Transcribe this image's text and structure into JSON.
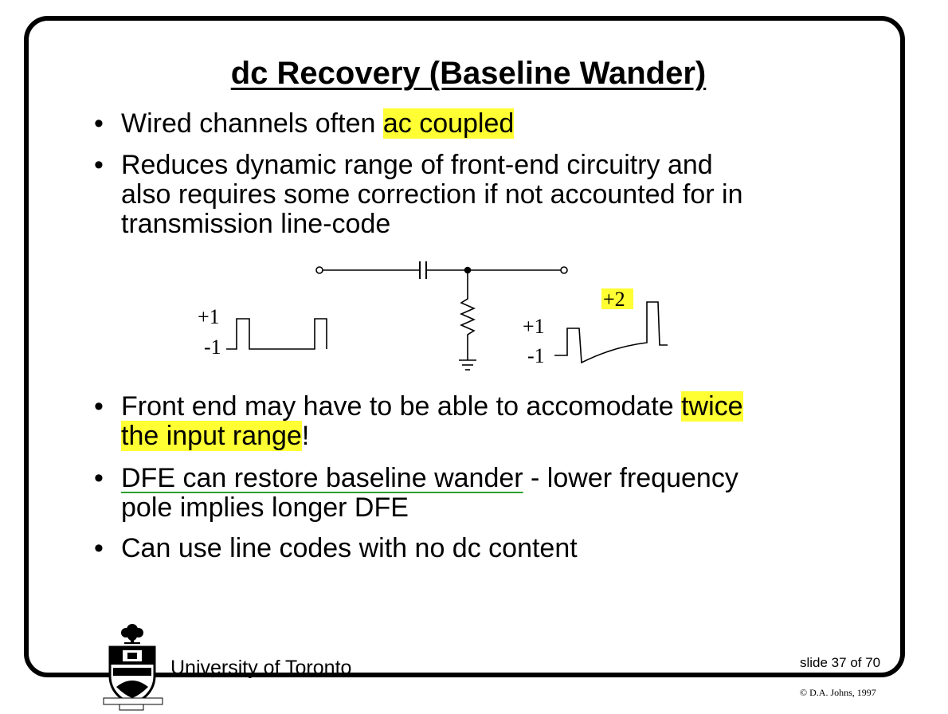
{
  "slide": {
    "title": "dc Recovery (Baseline Wander)",
    "bullet_glyph": "•",
    "bullets": [
      {
        "pre": "Wired channels often ",
        "highlight": "ac coupled",
        "post": ""
      },
      {
        "lines": [
          "Reduces dynamic range of front-end circuitry and",
          "also requires some correction if not accounted for in",
          "transmission line-code"
        ]
      },
      {
        "line1_pre": "Front end may have to be able to accomodate ",
        "line1_highlight": "twice",
        "line2_highlight": "the input range",
        "line2_post": "!"
      },
      {
        "underlined": "DFE can restore baseline wander",
        "post": " - lower frequency",
        "line2": "pole implies longer DFE"
      },
      {
        "text": "Can use line codes with no dc content"
      }
    ]
  },
  "diagram": {
    "input_plus": "+1",
    "input_minus": "-1",
    "output_plus2": "+2",
    "output_plus": "+1",
    "output_minus": "-1"
  },
  "footer": {
    "institution": "University of Toronto",
    "slide_number": "slide 37 of 70",
    "copyright": "© D.A. Johns, 1997"
  },
  "colors": {
    "highlight": "#ffff33",
    "underline_green": "#2e9e2e"
  }
}
